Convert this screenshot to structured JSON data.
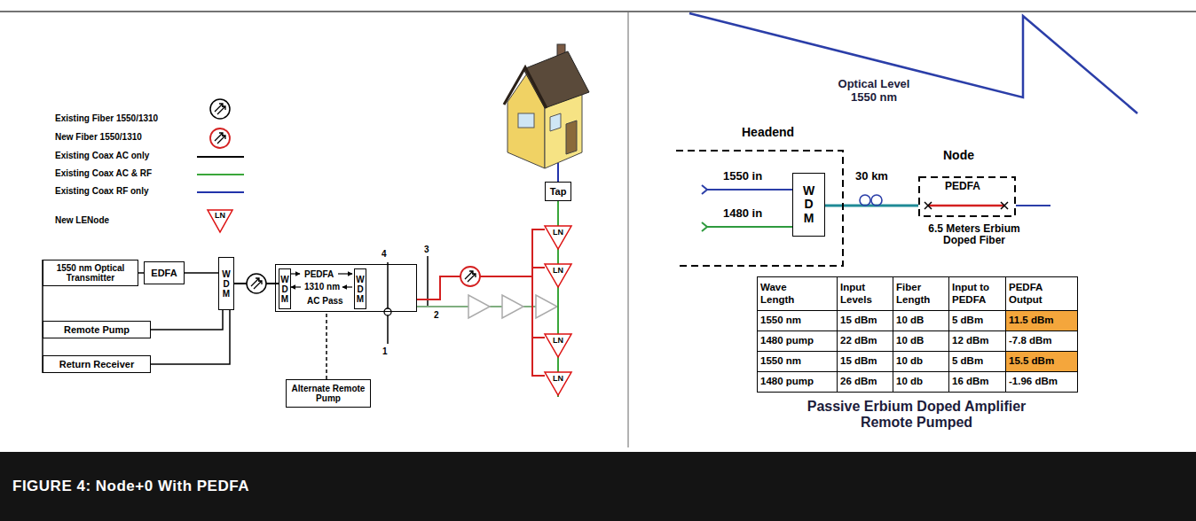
{
  "diagram": {
    "caption": "FIGURE 4: Node+0 With PEDFA",
    "nodes": [
      {
        "text": [
          "1550 nm Optical Transmitter"
        ]
      },
      {
        "text": [
          "EDFA"
        ]
      },
      {
        "text": [
          "W D M"
        ]
      },
      {
        "text": [
          "Remote Pump"
        ]
      },
      {
        "text": [
          "Return Receiver"
        ]
      },
      {
        "text": [
          "PEDFA",
          "1310 nm",
          "AC Pass"
        ]
      },
      {
        "text": [
          "W D M"
        ],
        "in": 5
      },
      {
        "text": [
          "W D M"
        ],
        "in": 5
      },
      {
        "text": [
          "Alternate Remote Pump"
        ]
      },
      {
        "text": [
          "Tap"
        ]
      },
      {
        "text": [
          "LN"
        ]
      },
      {
        "text": [
          "LN"
        ]
      },
      {
        "text": [
          "LN"
        ]
      },
      {
        "text": [
          "LN"
        ]
      },
      {
        "text": [
          "Headend"
        ]
      },
      {
        "text": [
          "W D M"
        ],
        "in": 14
      },
      {
        "text": [
          "Node",
          "PEDFA"
        ]
      }
    ],
    "edges": [
      {
        "from": 0,
        "to": 1,
        "arrow": "none"
      },
      {
        "from": 1,
        "to": 2,
        "arrow": "none"
      },
      {
        "from": 3,
        "to": 2,
        "arrow": "none"
      },
      {
        "from": 4,
        "to": 2,
        "arrow": "none"
      },
      {
        "from": 2,
        "to": 6,
        "arrow": "none"
      },
      {
        "from": 8,
        "to": 5,
        "arrow": "none"
      },
      {
        "from": 5,
        "to": 10,
        "arrow": "none"
      },
      {
        "from": 5,
        "to": 11,
        "arrow": "none"
      },
      {
        "from": 5,
        "to": 12,
        "arrow": "none"
      },
      {
        "from": 5,
        "to": 13,
        "arrow": "none"
      },
      {
        "from": 10,
        "to": 9,
        "arrow": "none"
      },
      {
        "from": 15,
        "to": 16,
        "label": "30 km",
        "arrow": "none"
      }
    ],
    "labels": [
      "4",
      "3",
      "2",
      "1",
      "LN",
      "Optical Level 1550 nm",
      "1550 in",
      "1480 in",
      "6.5 Meters Erbium Doped Fiber",
      "Wave Length",
      "Input Levels",
      "Fiber Length",
      "Input to PEDFA",
      "PEDFA Output",
      "1550 nm",
      "15 dBm",
      "10 dB",
      "5 dBm",
      "11.5 dBm",
      "1480 pump",
      "22 dBm",
      "10 dB",
      "12 dBm",
      "-7.8 dBm",
      "1550 nm",
      "15 dBm",
      "10 db",
      "5 dBm",
      "15.5 dBm",
      "1480 pump",
      "26 dBm",
      "10 db",
      "16 dBm",
      "-1.96 dBm",
      "Passive Erbium Doped Amplifier Remote Pumped"
    ],
    "legend": [
      {
        "text": "Existing Fiber 1550/1310"
      },
      {
        "text": "New Fiber 1550/1310"
      },
      {
        "text": "Existing Coax AC only"
      },
      {
        "text": "Existing Coax AC & RF"
      },
      {
        "text": "Existing Coax RF only"
      },
      {
        "text": "New LENode"
      }
    ]
  }
}
